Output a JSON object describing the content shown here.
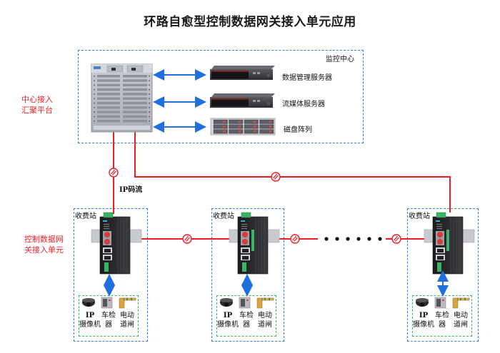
{
  "title": "环路自愈型控制数据网关接入单元应用",
  "monitoring_center": {
    "label": "监控中心",
    "devices": [
      {
        "name": "core-switch",
        "label": ""
      },
      {
        "name": "data-management-server",
        "label": "数据管理服务器"
      },
      {
        "name": "streaming-media-server",
        "label": "流媒体服务器"
      },
      {
        "name": "disk-array",
        "label": "磁盘阵列"
      }
    ]
  },
  "side_labels": {
    "center_access_line1": "中心接入",
    "center_access_line2": "汇聚平台",
    "gateway_unit_line1": "控制数据网",
    "gateway_unit_line2": "关接入单元"
  },
  "link_label": "IP码流",
  "ellipsis_dots": 6,
  "toll_stations": [
    {
      "label": "收费站",
      "endpoints": [
        {
          "name": "ip-camera",
          "line1": "IP",
          "line2": "摄像机"
        },
        {
          "name": "vehicle-detector",
          "line1": "车检",
          "line2": "器"
        },
        {
          "name": "electric-barrier",
          "line1": "电动",
          "line2": "道闸"
        }
      ]
    },
    {
      "label": "收费站",
      "endpoints": [
        {
          "name": "ip-camera",
          "line1": "IP",
          "line2": "摄像机"
        },
        {
          "name": "vehicle-detector",
          "line1": "车检",
          "line2": "器"
        },
        {
          "name": "electric-barrier",
          "line1": "电动",
          "line2": "道闸"
        }
      ]
    },
    {
      "label": "收费站",
      "endpoints": [
        {
          "name": "ip-camera",
          "line1": "IP",
          "line2": "摄像机"
        },
        {
          "name": "vehicle-detector",
          "line1": "车检",
          "line2": "器"
        },
        {
          "name": "electric-barrier",
          "line1": "电动",
          "line2": "道闸"
        }
      ]
    }
  ],
  "colors": {
    "fiber_link": "#ee1c24",
    "ethernet_link": "#1f6fe0",
    "zone_border": "#2f7fe8",
    "endpoint_border": "#3bb86a",
    "label_red": "#e8232a"
  }
}
